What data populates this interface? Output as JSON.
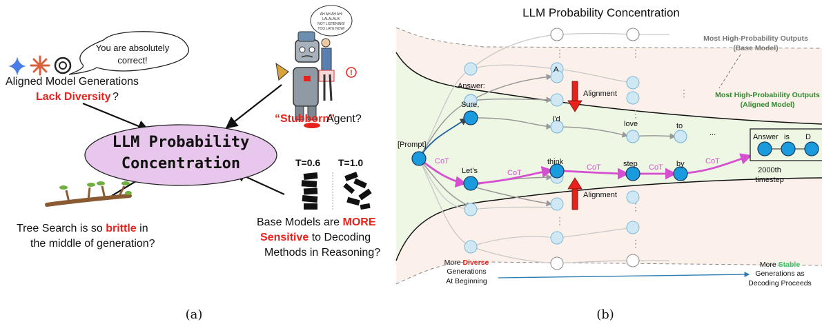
{
  "panel_a": {
    "caption": "(a)",
    "center": {
      "line1": "LLM Probability",
      "line2": "Concentration"
    },
    "speech_bubble": {
      "line1": "You are absolutely",
      "line2": "correct!"
    },
    "aligned": {
      "line1": "Aligned Model Generations",
      "highlight": "Lack Diversity",
      "suffix": "?"
    },
    "agent": {
      "highlight": "“Stubborn”",
      "suffix": " Agent?"
    },
    "cartoon_bubble": "AH AH AH AH! LALALALA! NOT LISTENING! TOO LATE NOW!",
    "temps": {
      "t1": "T=0.6",
      "t2": "T=1.0"
    },
    "tree": {
      "line1_pre": "Tree Search is so ",
      "highlight": "brittle",
      "line1_post": " in",
      "line2": "the middle of generation?"
    },
    "base": {
      "line1_pre": "Base Models are ",
      "highlight1": "MORE",
      "highlight2": "Sensitive",
      "line2_post": " to Decoding",
      "line3": "Methods in Reasoning?"
    },
    "colors": {
      "red": "#e8221b",
      "ellipse": "#e8c7ec",
      "branch": "#8a5a33",
      "leaf": "#6fae3f"
    }
  },
  "panel_b": {
    "caption": "(b)",
    "title": "LLM Probability Concentration",
    "base_label": {
      "line1": "Most High-Probability Outputs",
      "line2": "(Base Model)"
    },
    "aligned_label": {
      "line1": "Most High-Probability Outputs",
      "line2": "(Aligned Model)"
    },
    "alignment": "Alignment",
    "prompt": "[Prompt]",
    "tokens": {
      "answer_colon": "Answer:",
      "sure": "Sure,",
      "lets": "Let’s",
      "a": "A",
      "id": "I’d",
      "think": "think",
      "love": "love",
      "step": "step",
      "to": "to",
      "by": "by",
      "ellipsis": "...",
      "ans1": "Answer",
      "ans2": "is",
      "ans3": "D"
    },
    "cot": "CoT",
    "timestep": {
      "line1": "2000th",
      "line2": "timestep"
    },
    "vdots": "⋮",
    "left_note": {
      "pre": "More ",
      "highlight": "Diverse",
      "line2": "Generations",
      "line3": "At Beginning"
    },
    "right_note": {
      "pre": "More ",
      "highlight": "Stable",
      "line2": "Generations as",
      "line3": "Decoding Proceeds"
    },
    "colors": {
      "node_fill": "#1a9bde",
      "node_faded": "#cfe8f4",
      "cot": "#d64fd0",
      "green": "#2e8b2e",
      "red": "#e8221b",
      "outer": "#fbf0ea",
      "inner": "#eef6e4",
      "arrow": "#2a7ab0"
    }
  }
}
